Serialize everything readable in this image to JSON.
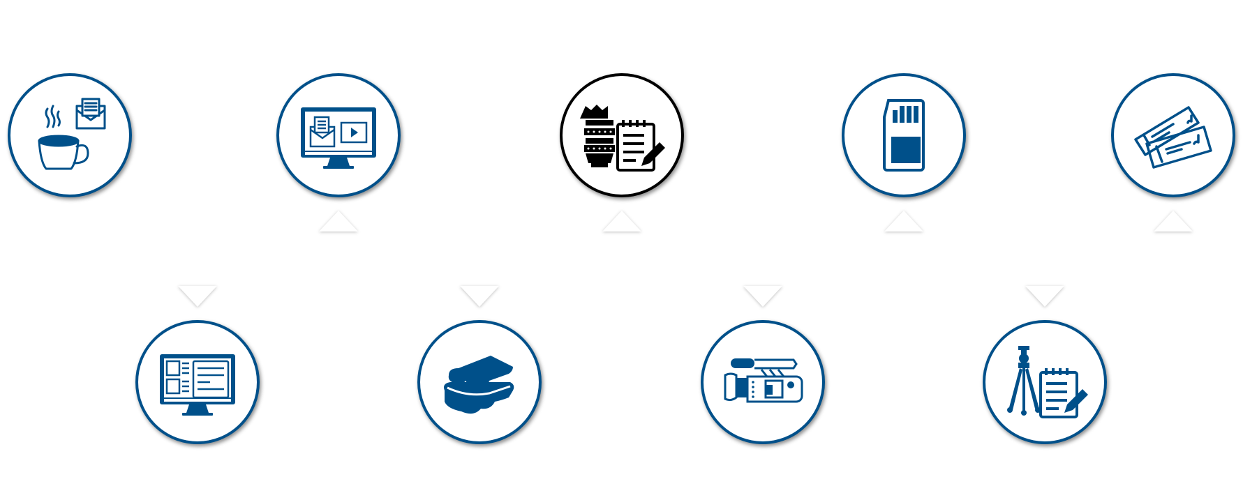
{
  "theme": {
    "accent": "#00508a",
    "active": "#000000",
    "background": "#ffffff"
  },
  "steps": [
    {
      "id": 1,
      "icon": "coffee-and-mail-icon",
      "row": "top",
      "active": false
    },
    {
      "id": 2,
      "icon": "bottom-row-monitor-layout-icon",
      "row": "bottom",
      "active": false
    },
    {
      "id": 3,
      "icon": "monitor-mail-video-icon",
      "row": "top",
      "active": false
    },
    {
      "id": 4,
      "icon": "sandwich-icon",
      "row": "bottom",
      "active": false
    },
    {
      "id": 5,
      "icon": "lens-and-notepad-icon",
      "row": "top",
      "active": true
    },
    {
      "id": 6,
      "icon": "video-camera-icon",
      "row": "bottom",
      "active": false
    },
    {
      "id": 7,
      "icon": "sd-card-icon",
      "row": "top",
      "active": false
    },
    {
      "id": 8,
      "icon": "tripod-and-notepad-icon",
      "row": "bottom",
      "active": false
    },
    {
      "id": 9,
      "icon": "tickets-icon",
      "row": "top",
      "active": false
    }
  ]
}
